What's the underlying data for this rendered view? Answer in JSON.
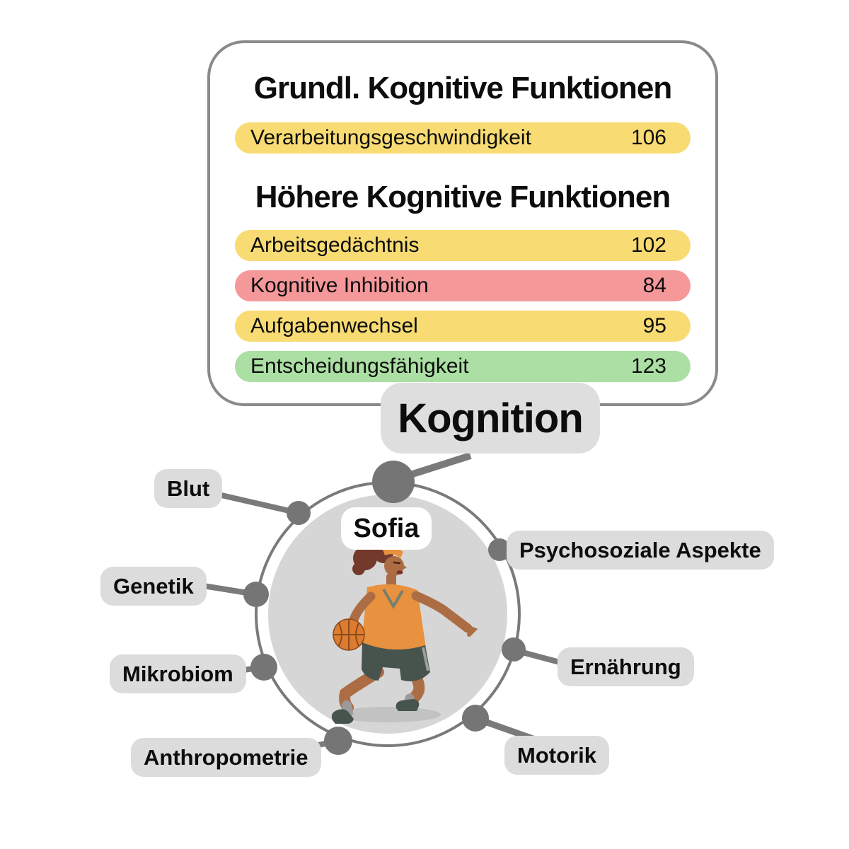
{
  "title_panel": {
    "sections": [
      {
        "heading": "Grundl. Kognitive Funktionen",
        "rows": [
          {
            "label": "Verarbeitungsgeschwindigkeit",
            "value": "106",
            "status": "yellow"
          }
        ]
      },
      {
        "heading": "Höhere Kognitive Funktionen",
        "rows": [
          {
            "label": "Arbeitsgedächtnis",
            "value": "102",
            "status": "yellow"
          },
          {
            "label": "Kognitive Inhibition",
            "value": "84",
            "status": "red"
          },
          {
            "label": "Aufgabenwechsel",
            "value": "95",
            "status": "yellow"
          },
          {
            "label": "Entscheidungsfähigkeit",
            "value": "123",
            "status": "green"
          }
        ]
      }
    ]
  },
  "hub": {
    "label": "Kognition"
  },
  "center": {
    "name": "Sofia",
    "illustration": "female-basketball-player-dribbling"
  },
  "satellites": [
    {
      "label": "Blut"
    },
    {
      "label": "Genetik"
    },
    {
      "label": "Mikrobiom"
    },
    {
      "label": "Anthropometrie"
    },
    {
      "label": "Motorik"
    },
    {
      "label": "Ernährung"
    },
    {
      "label": "Psychosoziale Aspekte"
    }
  ],
  "colors": {
    "score_yellow": "#F8DB72",
    "score_red": "#F5989A",
    "score_green": "#ABDFA3",
    "label_bg": "#DCDCDC",
    "node_dot_grey": "#757575",
    "ring_grey": "#7A7A7A",
    "inner_circle_grey": "#D6D6D6",
    "panel_border_grey": "#8A8A8A"
  }
}
